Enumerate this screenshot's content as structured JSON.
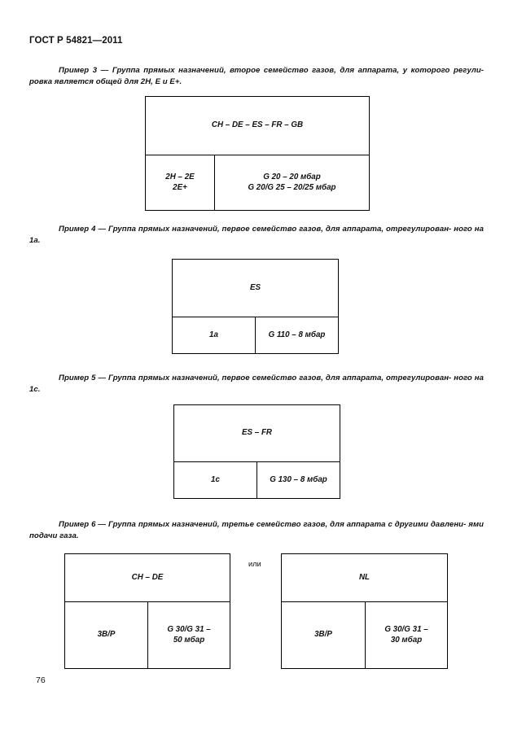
{
  "header": {
    "standard_id": "ГОСТ Р 54821—2011"
  },
  "page_number": "76",
  "or_label": "или",
  "examples": [
    {
      "caption_line1": "Пример 3 — Группа прямых назначений, второе семейство газов, для аппарата, у которого регули-",
      "caption_line2": "ровка является общей для 2H, E и E+.",
      "table": {
        "header": "CH – DE – ES – FR – GB",
        "left_cell_line1": "2H – 2E",
        "left_cell_line2": "2E+",
        "right_cell_line1": "G 20 – 20 мбар",
        "right_cell_line2": "G 20/G 25 – 20/25 мбар"
      }
    },
    {
      "caption_line1": "Пример 4 — Группа прямых назначений, первое семейство газов, для аппарата, отрегулирован-",
      "caption_line2": "ного на 1а.",
      "table": {
        "header": "ES",
        "left_cell_line1": "1а",
        "right_cell_line1": "G 110 – 8 мбар"
      }
    },
    {
      "caption_line1": "Пример 5 — Группа прямых назначений, первое семейство газов, для аппарата, отрегулирован-",
      "caption_line2": "ного на 1с.",
      "table": {
        "header": "ES – FR",
        "left_cell_line1": "1с",
        "right_cell_line1": "G 130 – 8 мбар"
      }
    },
    {
      "caption_line1": "Пример 6 — Группа прямых назначений, третье семейство газов, для аппарата с другими давлени-",
      "caption_line2": "ями подачи газа.",
      "table_left": {
        "header": "CH – DE",
        "left_cell_line1": "3B/P",
        "right_cell_line1": "G 30/G 31 –",
        "right_cell_line2": "50 мбар"
      },
      "table_right": {
        "header": "NL",
        "left_cell_line1": "3B/P",
        "right_cell_line1": "G 30/G 31 –",
        "right_cell_line2": "30 мбар"
      }
    }
  ]
}
